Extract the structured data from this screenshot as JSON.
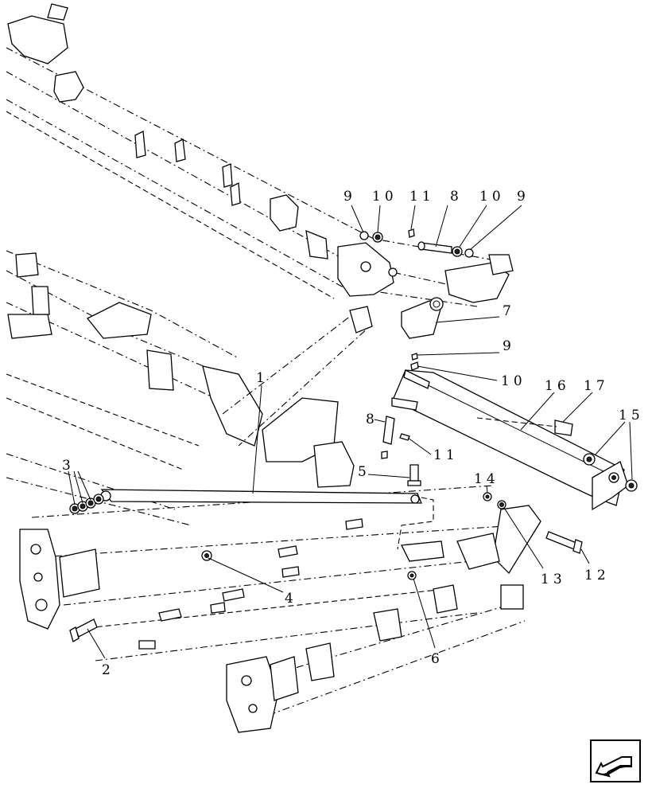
{
  "callouts": {
    "c1": "1",
    "c2": "2",
    "c3": "3",
    "c4": "4",
    "c5": "5",
    "c6": "6",
    "c7": "7",
    "c8a": "8",
    "c8b": "8",
    "c9a": "9",
    "c9b": "9",
    "c9c": "9",
    "c10a": "10",
    "c10b": "10",
    "c10c": "10",
    "c11a": "11",
    "c11b": "11",
    "c12": "12",
    "c13": "13",
    "c14": "14",
    "c15": "15",
    "c16": "16",
    "c17": "17"
  },
  "navigation": {
    "icon": "arrow-back-icon"
  }
}
